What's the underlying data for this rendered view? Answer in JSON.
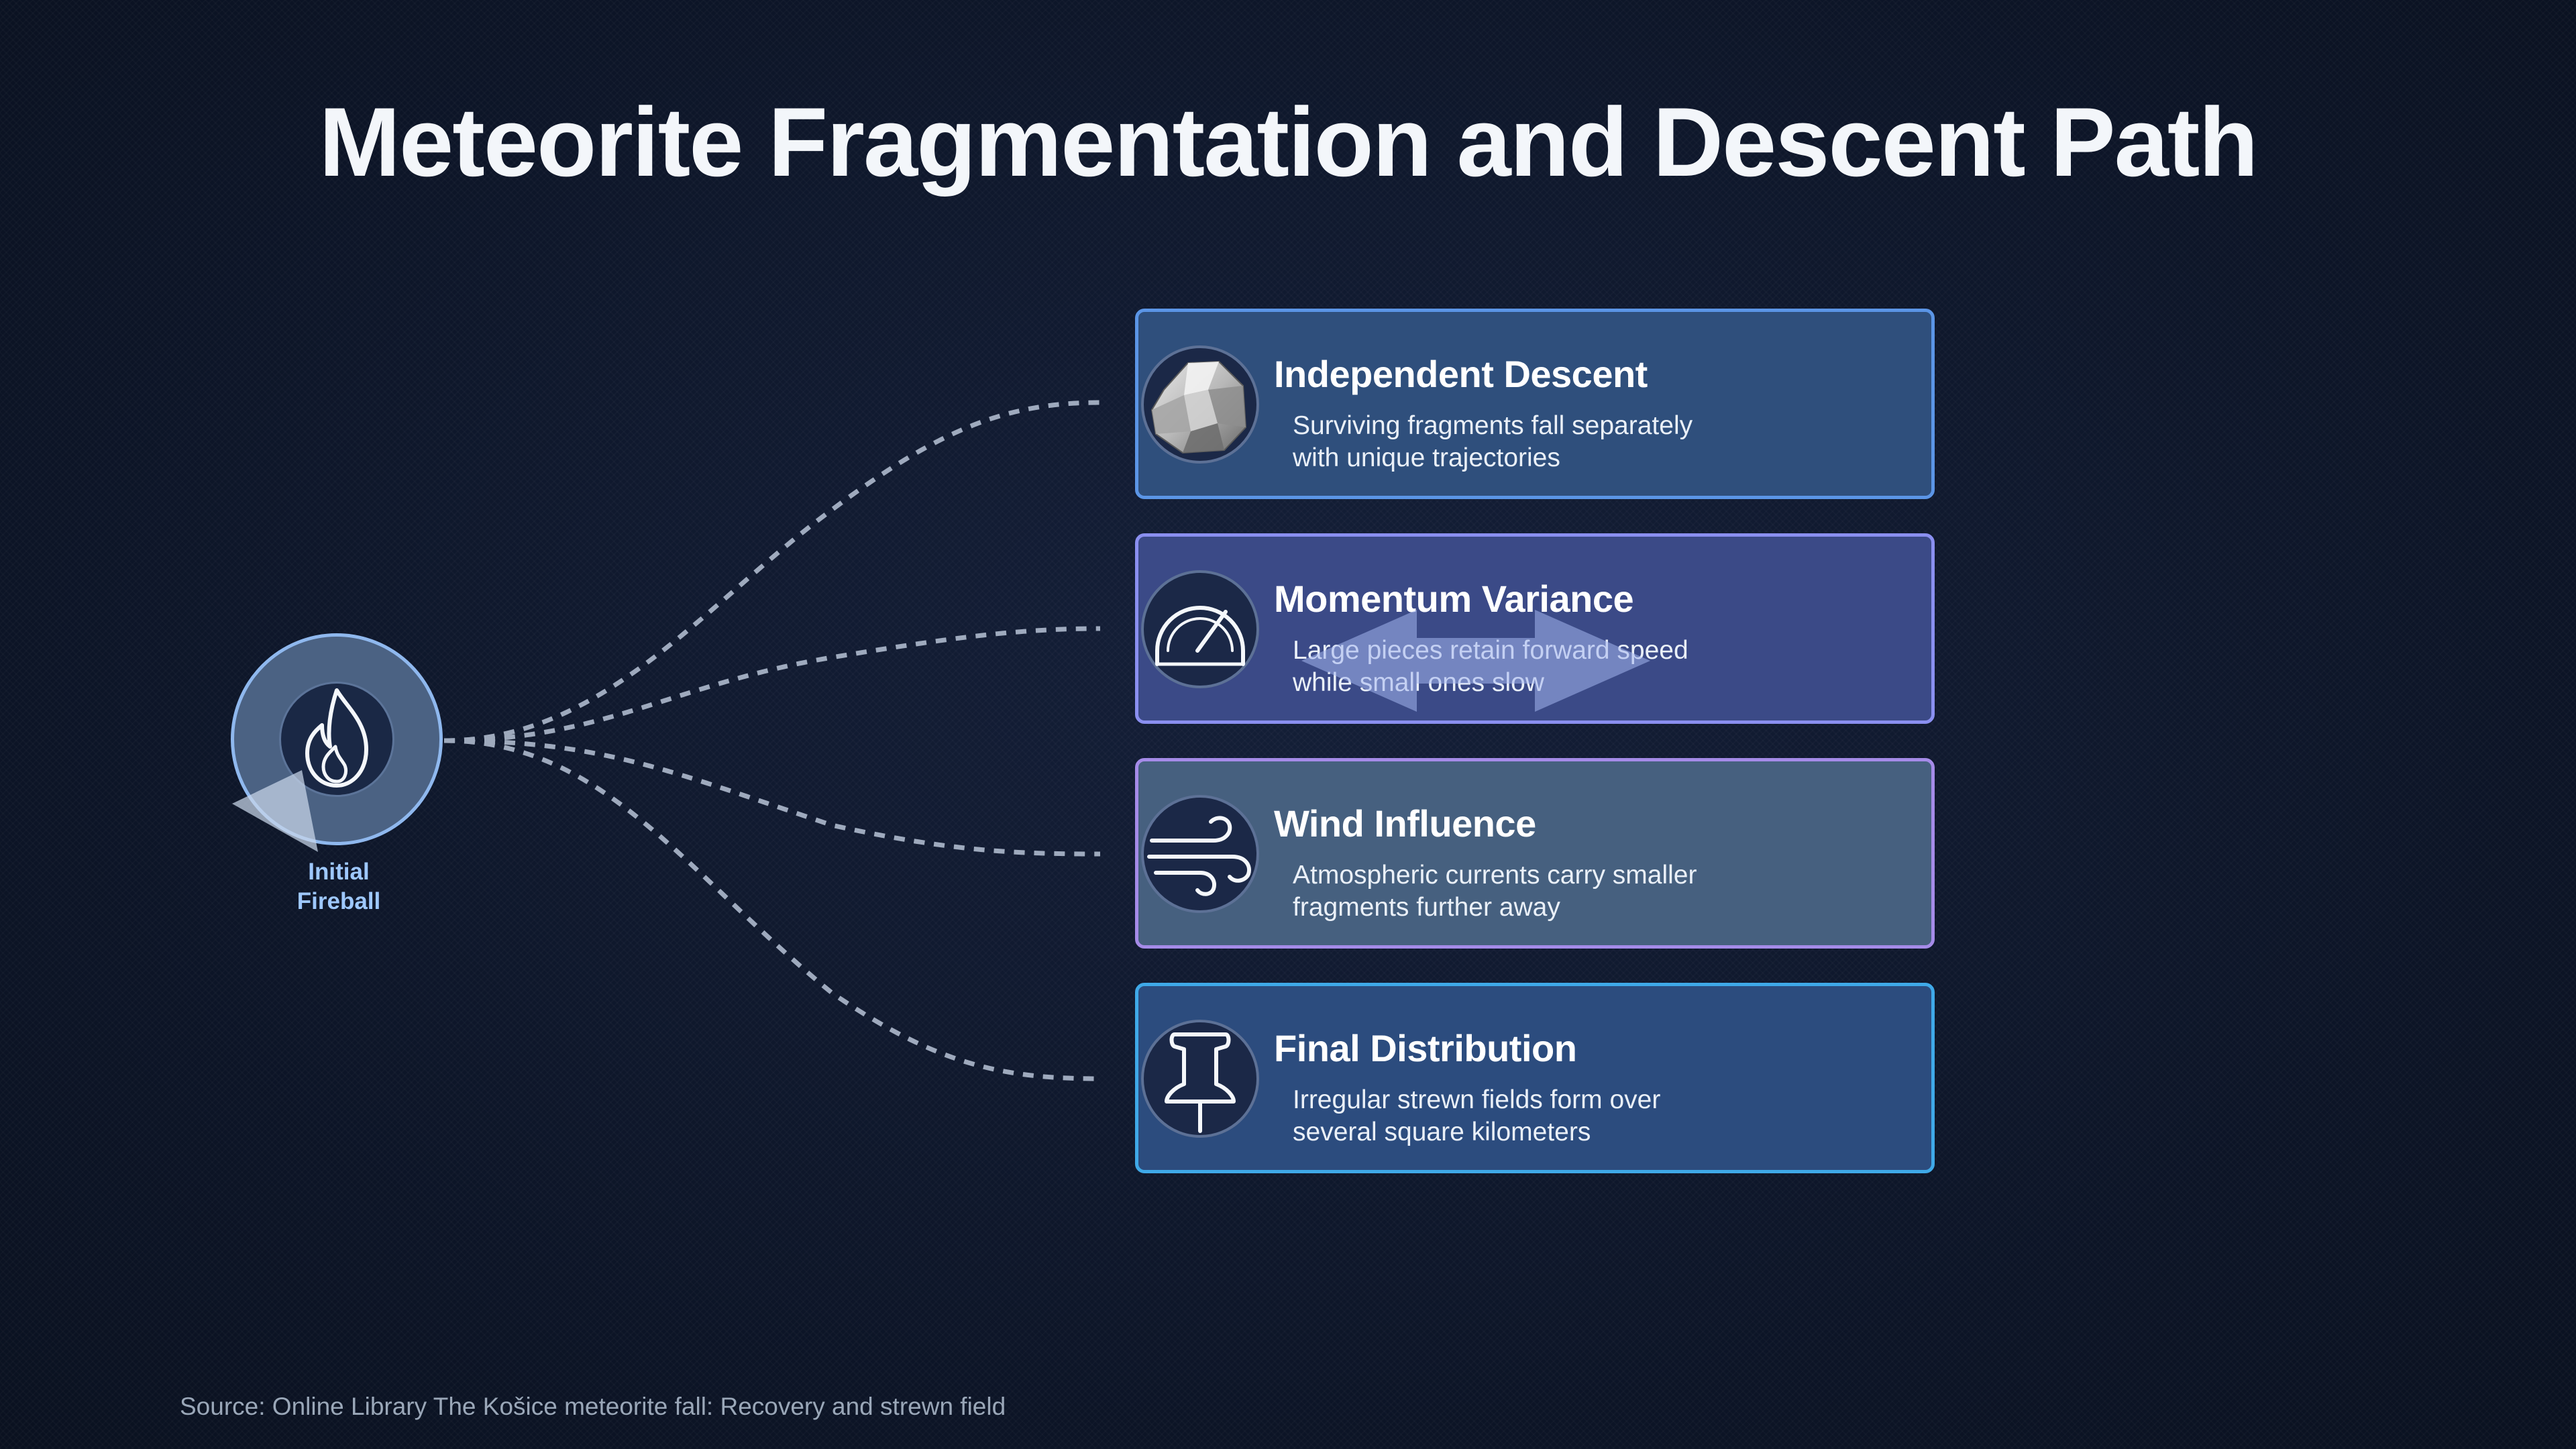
{
  "title": "Meteorite Fragmentation and Descent Path",
  "hub": {
    "label_line1": "Initial",
    "label_line2": "Fireball",
    "icon": "flame-icon"
  },
  "cards": [
    {
      "title": "Independent Descent",
      "desc_line1": "Surviving fragments fall separately",
      "desc_line2": "with unique trajectories",
      "icon": "rock-icon"
    },
    {
      "title": "Momentum Variance",
      "desc_line1": "Large pieces retain forward speed",
      "desc_line2": "while small ones slow",
      "icon": "speedometer-icon"
    },
    {
      "title": "Wind Influence",
      "desc_line1": "Atmospheric currents carry smaller",
      "desc_line2": "fragments further away",
      "icon": "wind-icon"
    },
    {
      "title": "Final Distribution",
      "desc_line1": "Irregular strewn fields form over",
      "desc_line2": "several square kilometers",
      "icon": "pushpin-icon"
    }
  ],
  "source": "Source: Online Library The Košice meteorite fall: Recovery and strewn field",
  "colors": {
    "background": "#0d1629",
    "hub_border": "#8fb8ee",
    "hub_label": "#9ec8ff",
    "card_1": "#2f4f7c",
    "card_2": "#3b4a87",
    "card_3": "#46607f",
    "card_4": "#2c4c7e",
    "connector": "#b7c3d6"
  }
}
